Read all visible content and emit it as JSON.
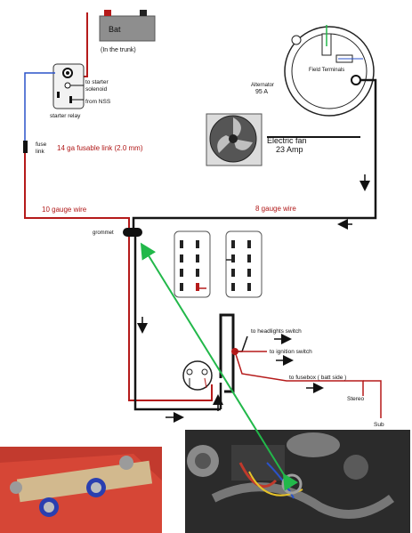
{
  "labels": {
    "battery": "Bat",
    "battery_location": "(In the trunk)",
    "to_starter_solenoid_1": "to starter",
    "to_starter_solenoid_2": "solenoid",
    "from_nss": "from NSS",
    "starter_relay": "starter relay",
    "fuse_link_1": "fuse",
    "fuse_link_2": "link",
    "fusable_link": "14 ga fusable link (2.0 mm)",
    "ten_gauge": "10 gauge wire",
    "eight_gauge": "8 gauge wire",
    "grommet": "grommet",
    "alternator": "Alternator",
    "alternator_amps": "95 A",
    "field_terminals": "Field Terminals",
    "fan_1": "Electric fan",
    "fan_2": "23 Amp",
    "to_headlights": "to headlights switch",
    "to_ignition": "to ignition switch",
    "to_fusebox": "to fusebox ( batt side )",
    "stereo": "Stereo",
    "sub": "Sub"
  },
  "colors": {
    "wire_red": "#b51a1a",
    "wire_black": "#151515",
    "wire_blue": "#2a52c9",
    "pointer_green": "#22b84a",
    "battery_body": "#8e8e8e"
  },
  "photos": [
    {
      "icon": "terminal-block-photo"
    },
    {
      "icon": "engine-bay-photo"
    }
  ]
}
